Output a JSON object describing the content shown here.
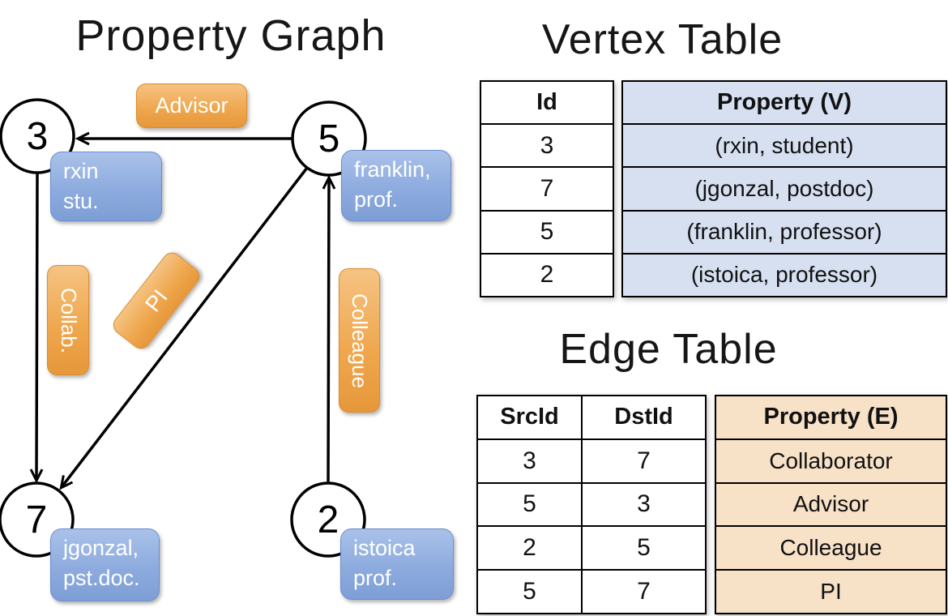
{
  "graph": {
    "title": "Property Graph",
    "nodes": [
      {
        "id": "3",
        "prop1": "rxin",
        "prop2": "stu."
      },
      {
        "id": "5",
        "prop1": "franklin,",
        "prop2": "prof."
      },
      {
        "id": "7",
        "prop1": "jgonzal,",
        "prop2": "pst.doc."
      },
      {
        "id": "2",
        "prop1": "istoica",
        "prop2": "prof."
      }
    ],
    "edge_labels": [
      {
        "name": "advisor",
        "label": "Advisor"
      },
      {
        "name": "collab",
        "label": "Collab."
      },
      {
        "name": "pi",
        "label": "PI"
      },
      {
        "name": "colleague",
        "label": "Colleague"
      }
    ]
  },
  "vertex_table": {
    "title": "Vertex Table",
    "headers": {
      "id": "Id",
      "property": "Property (V)"
    },
    "rows": [
      {
        "id": "3",
        "property": "(rxin, student)"
      },
      {
        "id": "7",
        "property": "(jgonzal, postdoc)"
      },
      {
        "id": "5",
        "property": "(franklin, professor)"
      },
      {
        "id": "2",
        "property": "(istoica, professor)"
      }
    ]
  },
  "edge_table": {
    "title": "Edge Table",
    "headers": {
      "src": "SrcId",
      "dst": "DstId",
      "property": "Property (E)"
    },
    "rows": [
      {
        "src": "3",
        "dst": "7",
        "property": "Collaborator"
      },
      {
        "src": "5",
        "dst": "3",
        "property": "Advisor"
      },
      {
        "src": "2",
        "dst": "5",
        "property": "Colleague"
      },
      {
        "src": "5",
        "dst": "7",
        "property": "PI"
      }
    ]
  },
  "colors": {
    "edge_label_orange": "#EFA64C",
    "node_label_blue": "#8DABDE",
    "vertex_property_bg": "#D6E0F1",
    "edge_property_bg": "#F7E1C7",
    "line_black": "#000000"
  }
}
